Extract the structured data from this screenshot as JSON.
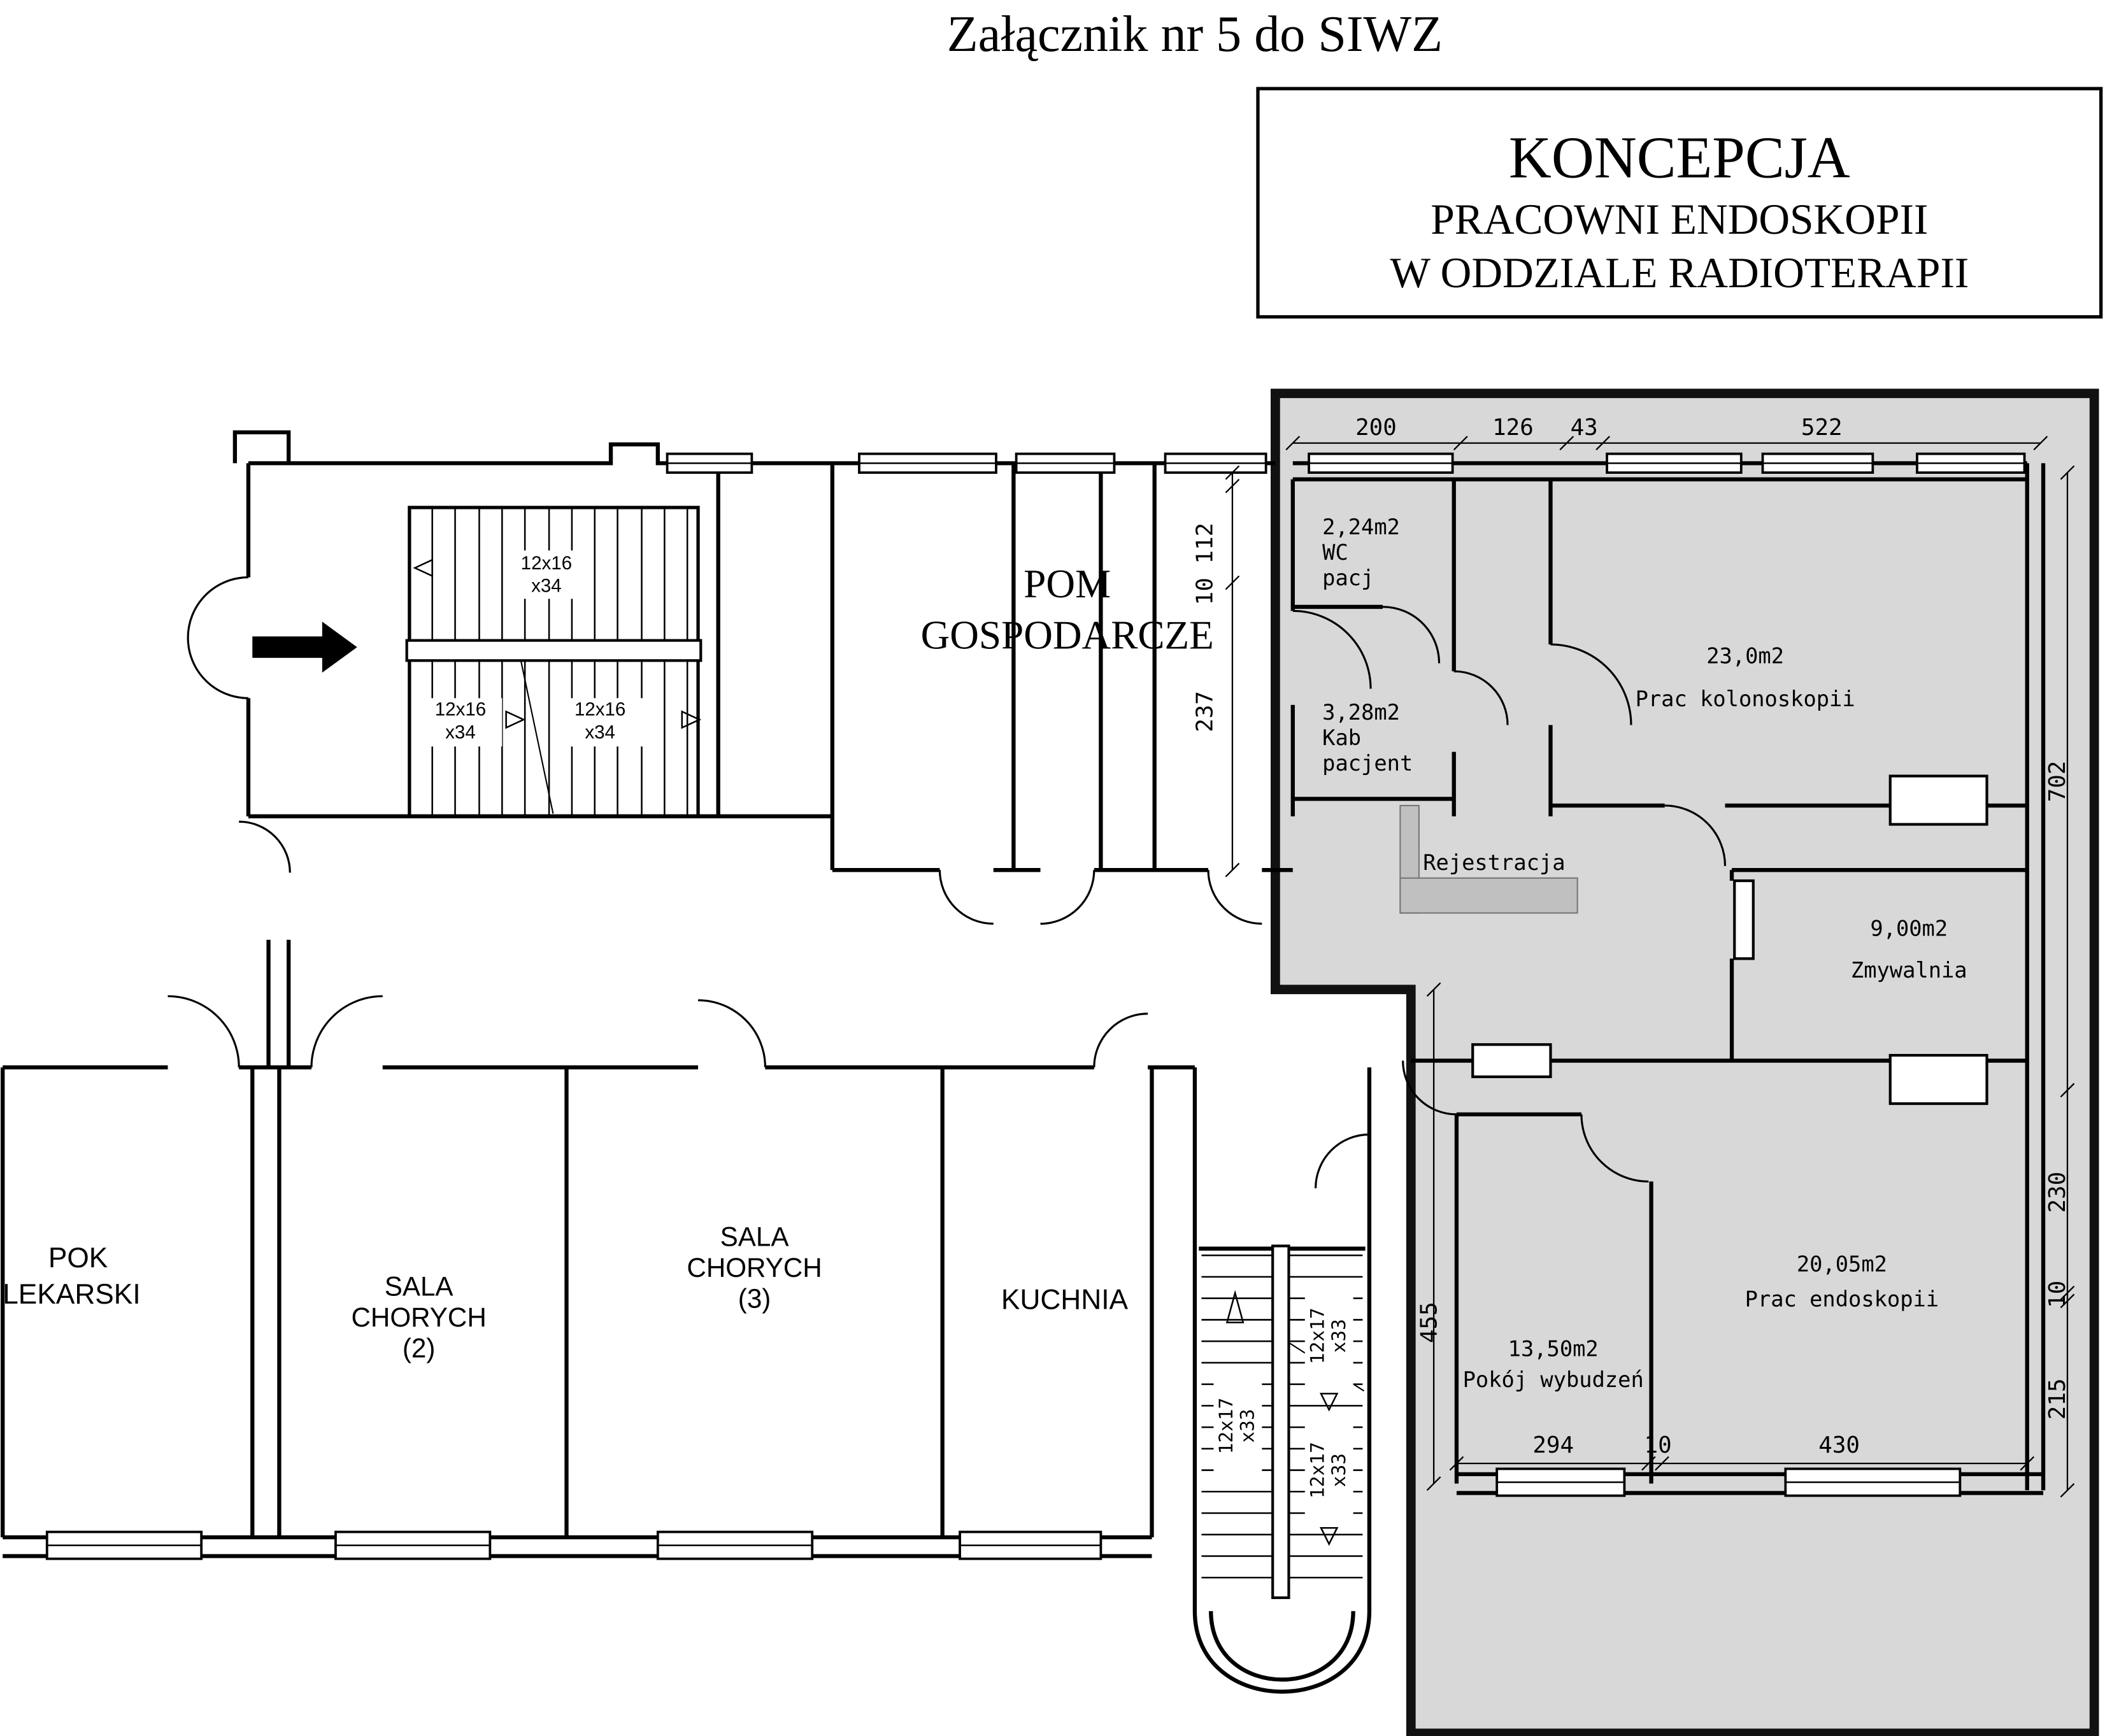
{
  "page": {
    "attachment_title": "Załącznik nr 5 do SIWZ",
    "title_box": {
      "line1": "KONCEPCJA",
      "line2": "PRACOWNI ENDOSKOPII",
      "line3": "W ODDZIALE RADIOTERAPII"
    }
  },
  "colors": {
    "highlight_fill": "#d8d8d8",
    "desk_fill": "#c0c0c0",
    "wall": "#000000"
  },
  "labels": {
    "pom": {
      "line1": "POM",
      "line2": "GOSPODARCZE"
    },
    "pok_lekarski": {
      "line1": "POK",
      "line2": "LEKARSKI"
    },
    "sala2": {
      "line1": "SALA",
      "line2": "CHORYCH",
      "line3": "(2)"
    },
    "sala3": {
      "line1": "SALA",
      "line2": "CHORYCH",
      "line3": "(3)"
    },
    "kuchnia": "KUCHNIA"
  },
  "rooms": {
    "wc": {
      "area": "2,24m2",
      "line1": "WC",
      "line2": "pacj"
    },
    "kab": {
      "area": "3,28m2",
      "line1": "Kab",
      "line2": "pacjent"
    },
    "rejestracja": "Rejestracja",
    "kolonoskopia": {
      "area": "23,0m2",
      "name": "Prac kolonoskopii"
    },
    "zmywalnia": {
      "area": "9,00m2",
      "name": "Zmywalnia"
    },
    "endoskopia": {
      "area": "20,05m2",
      "name": "Prac endoskopii"
    },
    "wybudzenia": {
      "area": "13,50m2",
      "name": "Pokój wybudzeń"
    }
  },
  "dims": {
    "top": [
      "200",
      "126",
      "43",
      "522"
    ],
    "right": [
      "702",
      "230",
      "10",
      "215"
    ],
    "bottom": [
      "294",
      "10",
      "430"
    ],
    "left_inner": "455",
    "pom_a": "10 112",
    "pom_b": "237"
  },
  "stairs": {
    "upper": {
      "run": "12x16",
      "rise": "x34"
    },
    "lower": {
      "run": "12x17",
      "rise": "x33"
    }
  }
}
